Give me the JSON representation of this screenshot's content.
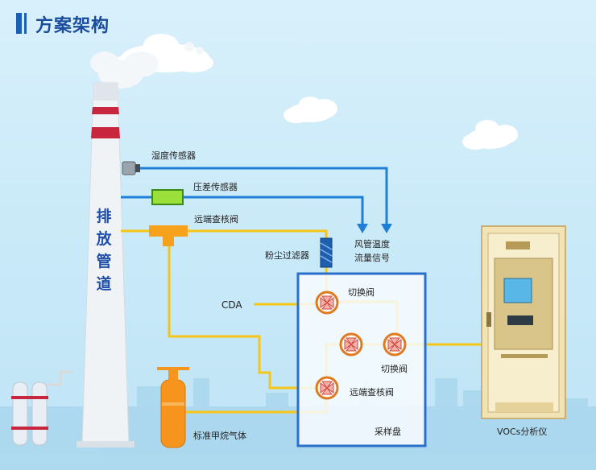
{
  "title": "方案架构",
  "chimney": {
    "label": "排放管道"
  },
  "sensors": {
    "humidity": "湿度传感器",
    "pressure_diff": "压差传感器",
    "remote_check_valve_top": "远端查核阀"
  },
  "dust_filter": "粉尘过滤器",
  "airflow_signal": {
    "line1": "风管温度",
    "line2": "流量信号"
  },
  "cda": "CDA",
  "switch_valve_top": "切换阀",
  "switch_valve_right": "切换阀",
  "remote_check_valve_bottom": "远端查核阀",
  "sampling_panel": "采样盘",
  "calibration_gas": "标准甲烷气体",
  "analyzer": {
    "label": "VOCs分析仪"
  },
  "colors": {
    "blue_line": "#1e7fd8",
    "yellow_line": "#f5c518",
    "box_border": "#2a6fc9",
    "title": "#1a4d9c"
  }
}
